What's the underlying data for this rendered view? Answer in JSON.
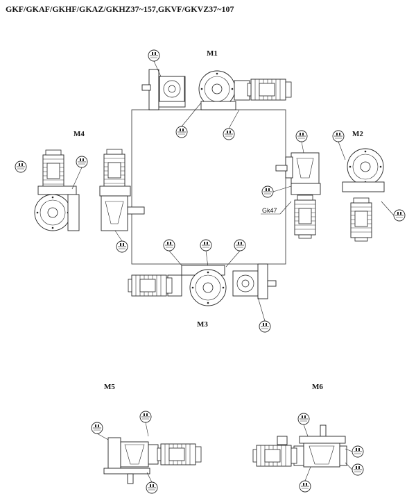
{
  "title": "GKF/GKAF/GKHF/GKAZ/GKHZ37~157,GKVF/GKVZ37~107",
  "labels": {
    "m1": "M1",
    "m2": "M2",
    "m3": "M3",
    "m4": "M4",
    "m5": "M5",
    "m6": "M6",
    "gk47": "Gk47"
  },
  "colors": {
    "line": "#222222",
    "background": "#ffffff"
  }
}
